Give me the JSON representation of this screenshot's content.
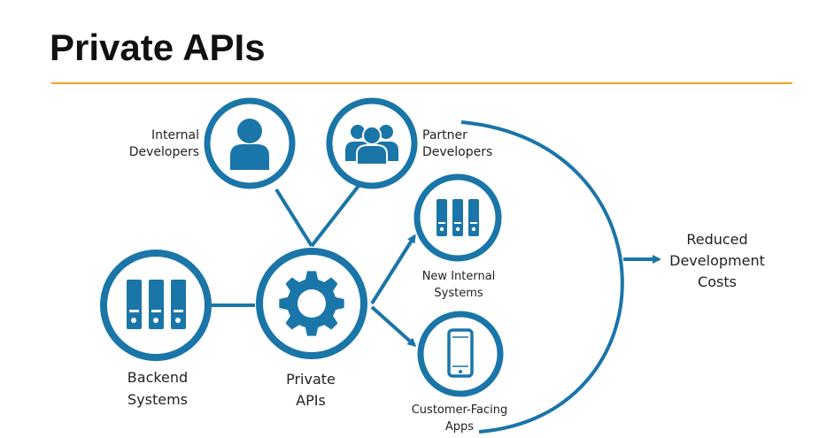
{
  "title": "Private APIs",
  "colors": {
    "primary": "#1a75a8",
    "accent_rule": "#f2a425",
    "text": "#222222"
  },
  "nodes": {
    "internal_developers": {
      "label_line1": "Internal",
      "label_line2": "Developers",
      "icon": "person-icon"
    },
    "partner_developers": {
      "label_line1": "Partner",
      "label_line2": "Developers",
      "icon": "group-icon"
    },
    "backend_systems": {
      "label_line1": "Backend",
      "label_line2": "Systems",
      "icon": "servers-icon"
    },
    "private_apis": {
      "label_line1": "Private",
      "label_line2": "APIs",
      "icon": "gear-icon"
    },
    "new_internal_systems": {
      "label_line1": "New Internal",
      "label_line2": "Systems",
      "icon": "servers-icon"
    },
    "customer_facing_apps": {
      "label_line1": "Customer-Facing",
      "label_line2": "Apps",
      "icon": "smartphone-icon"
    }
  },
  "outcome": {
    "line1": "Reduced",
    "line2": "Development",
    "line3": "Costs"
  }
}
